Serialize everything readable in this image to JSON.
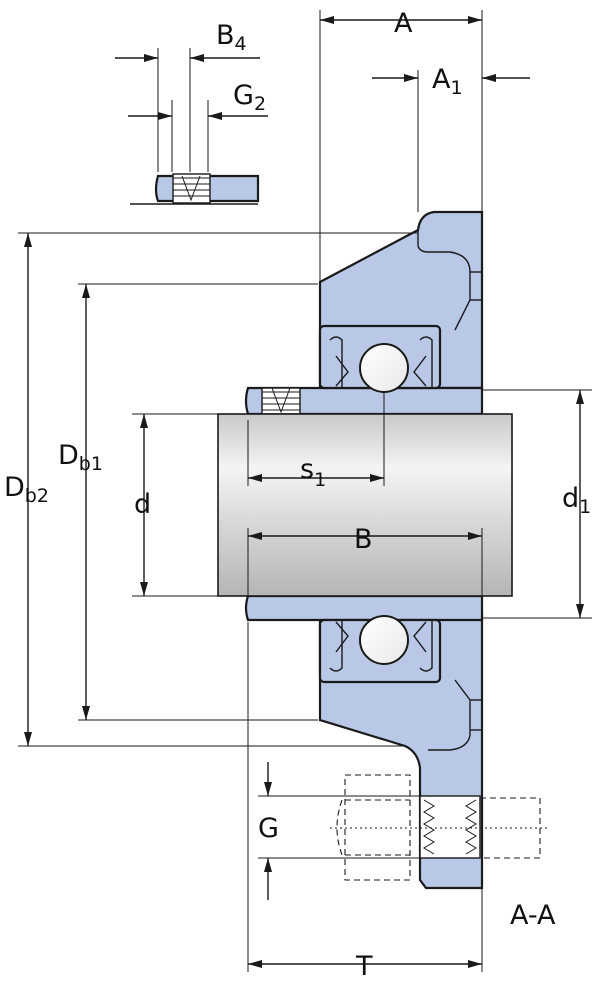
{
  "labels": {
    "A": "A",
    "A1": "A",
    "A1_sub": "1",
    "B4": "B",
    "B4_sub": "4",
    "G2": "G",
    "G2_sub": "2",
    "Db2": "D",
    "Db2_sub": "b2",
    "Db1": "D",
    "Db1_sub": "b1",
    "d": "d",
    "d1": "d",
    "d1_sub": "1",
    "s1": "s",
    "s1_sub": "1",
    "B": "B",
    "G": "G",
    "T": "T",
    "section": "A-A"
  },
  "colors": {
    "part_fill": "#b8c8e6",
    "shaft_fill": "#e4e4e4",
    "outline": "#1a1a1a"
  }
}
